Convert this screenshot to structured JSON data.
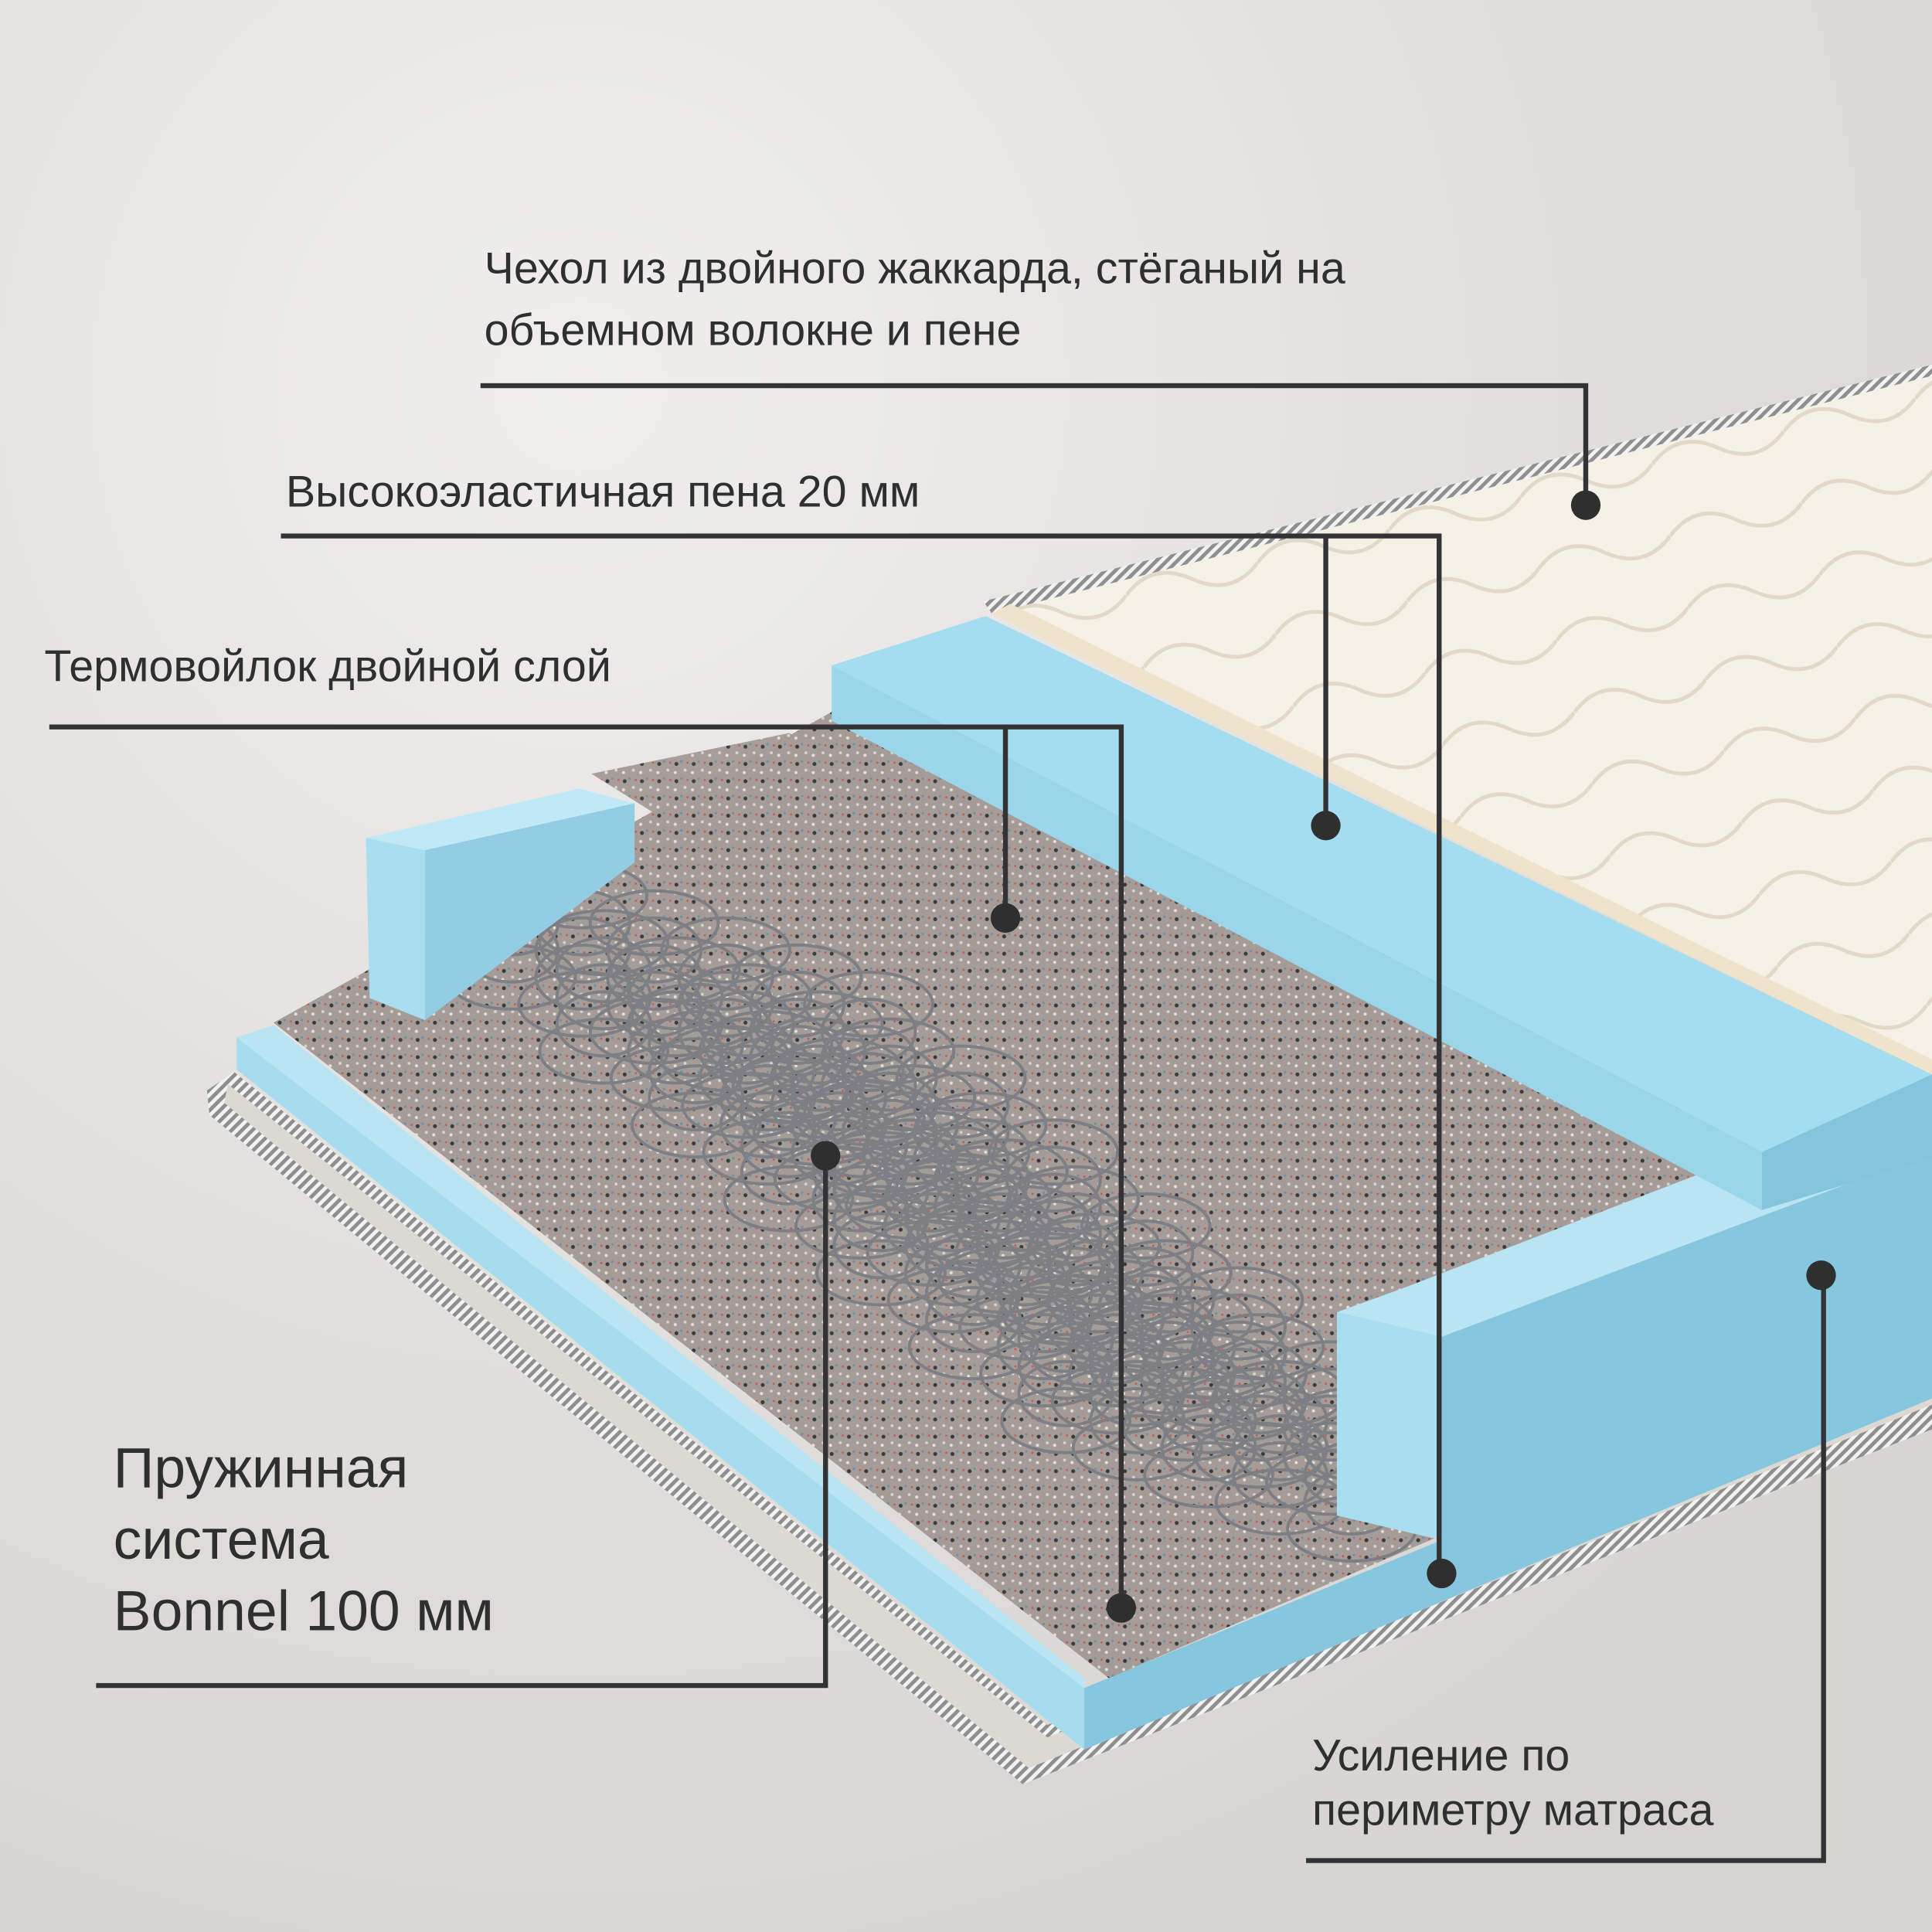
{
  "labels": {
    "cover": {
      "line1": "Чехол из двойного жаккарда, стёганый на",
      "line2": "объемном волокне и пене"
    },
    "foam": "Высокоэластичная пена 20 мм",
    "felt": "Термовойлок двойной слой",
    "springs": {
      "line1": "Пружинная",
      "line2": "система",
      "line3": "Bonnel 100 мм"
    },
    "perimeter": {
      "line1": "Усиление по",
      "line2": "периметру матраса"
    }
  },
  "colors": {
    "background": "#e4e3e0",
    "foam_blue": "#9fd8ec",
    "foam_blue_dark": "#7cc0da",
    "felt": "#9a8f8c",
    "cover": "#f4efe4",
    "line": "#333335"
  }
}
